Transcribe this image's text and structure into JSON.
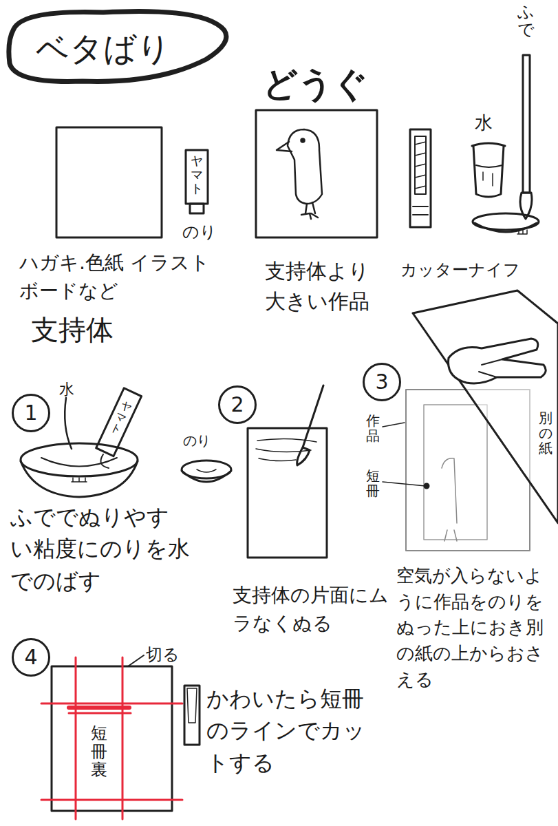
{
  "diagram": {
    "title": "ベタばり",
    "nodes": [
      {
        "text": [
          "1"
        ]
      },
      {
        "text": [
          "2"
        ]
      },
      {
        "text": [
          "3"
        ]
      },
      {
        "text": [
          "4"
        ]
      },
      {
        "text": [
          "短冊裏"
        ]
      }
    ],
    "labels": [
      "どうぐ",
      "ふで",
      "ヤマト",
      "のり",
      "水",
      "ハガキ.色紙 イラストボードなど",
      "支持体",
      "支持体より大きい作品",
      "カッターナイフ",
      "水",
      "ヤマト",
      "ふででぬりやすい粘度にのりを水でのばす",
      "のり",
      "支持体の片面にムラなくぬる",
      "作品",
      "短冊",
      "別の紙",
      "空気が入らないように作品をのりをぬった上におき別の紙の上からおさえる",
      "切る",
      "かわいたら短冊のラインでカットする"
    ]
  }
}
